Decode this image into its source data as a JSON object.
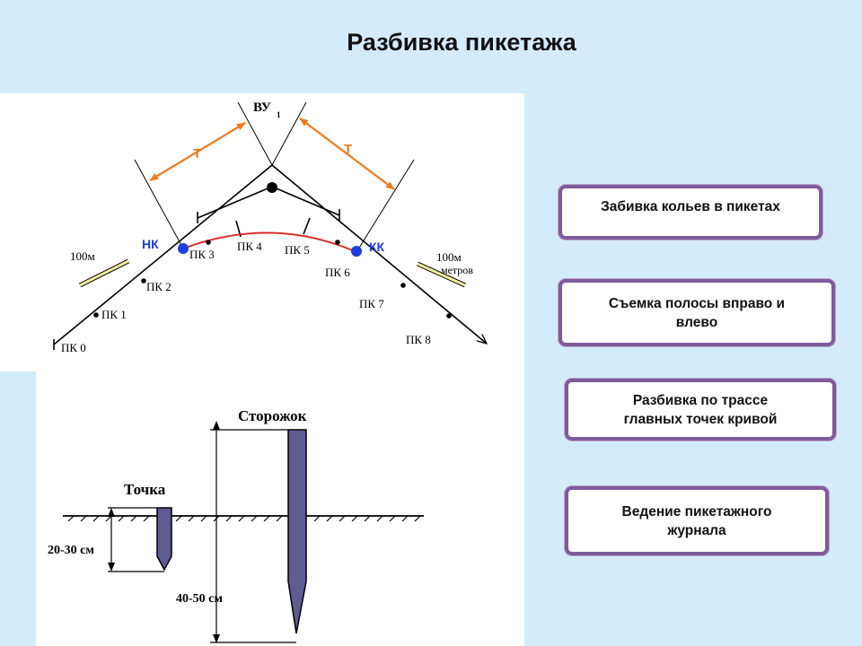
{
  "page": {
    "title": "Разбивка пикетажа"
  },
  "diagram": {
    "vertex_label": "ВУ",
    "vertex_sub": "1",
    "tangent_left": "Т",
    "tangent_right": "Т",
    "start_curve": "НК",
    "end_curve": "КК",
    "dist_left": "100м",
    "dist_right": "100м",
    "dist_right_unit": "метров",
    "pickets": [
      "ПК 0",
      "ПК 1",
      "ПК 2",
      "ПК 3",
      "ПК 4",
      "ПК 5",
      "ПК 6",
      "ПК 7",
      "ПК 8"
    ],
    "stake_point": "Точка",
    "stake_guard": "Сторожок",
    "depth_point": "20-30 см",
    "depth_guard": "40-50 см"
  },
  "actions": [
    {
      "label": "Забивка кольев в пикетах"
    },
    {
      "label": "Съемка полосы вправо и\nвлево"
    },
    {
      "label": "Разбивка по трассе\nглавных точек кривой"
    },
    {
      "label": "Ведение пикетажного\nжурнала"
    }
  ],
  "colors": {
    "background": "#d4ebfb",
    "tangent_arrow": "#f07a1e",
    "curve": "#d9241f",
    "curve_point": "#1f3ee0",
    "stake": "#5e5c93",
    "distance_arrow": "#f2ee9a",
    "button_border": "#7e5b9a"
  }
}
